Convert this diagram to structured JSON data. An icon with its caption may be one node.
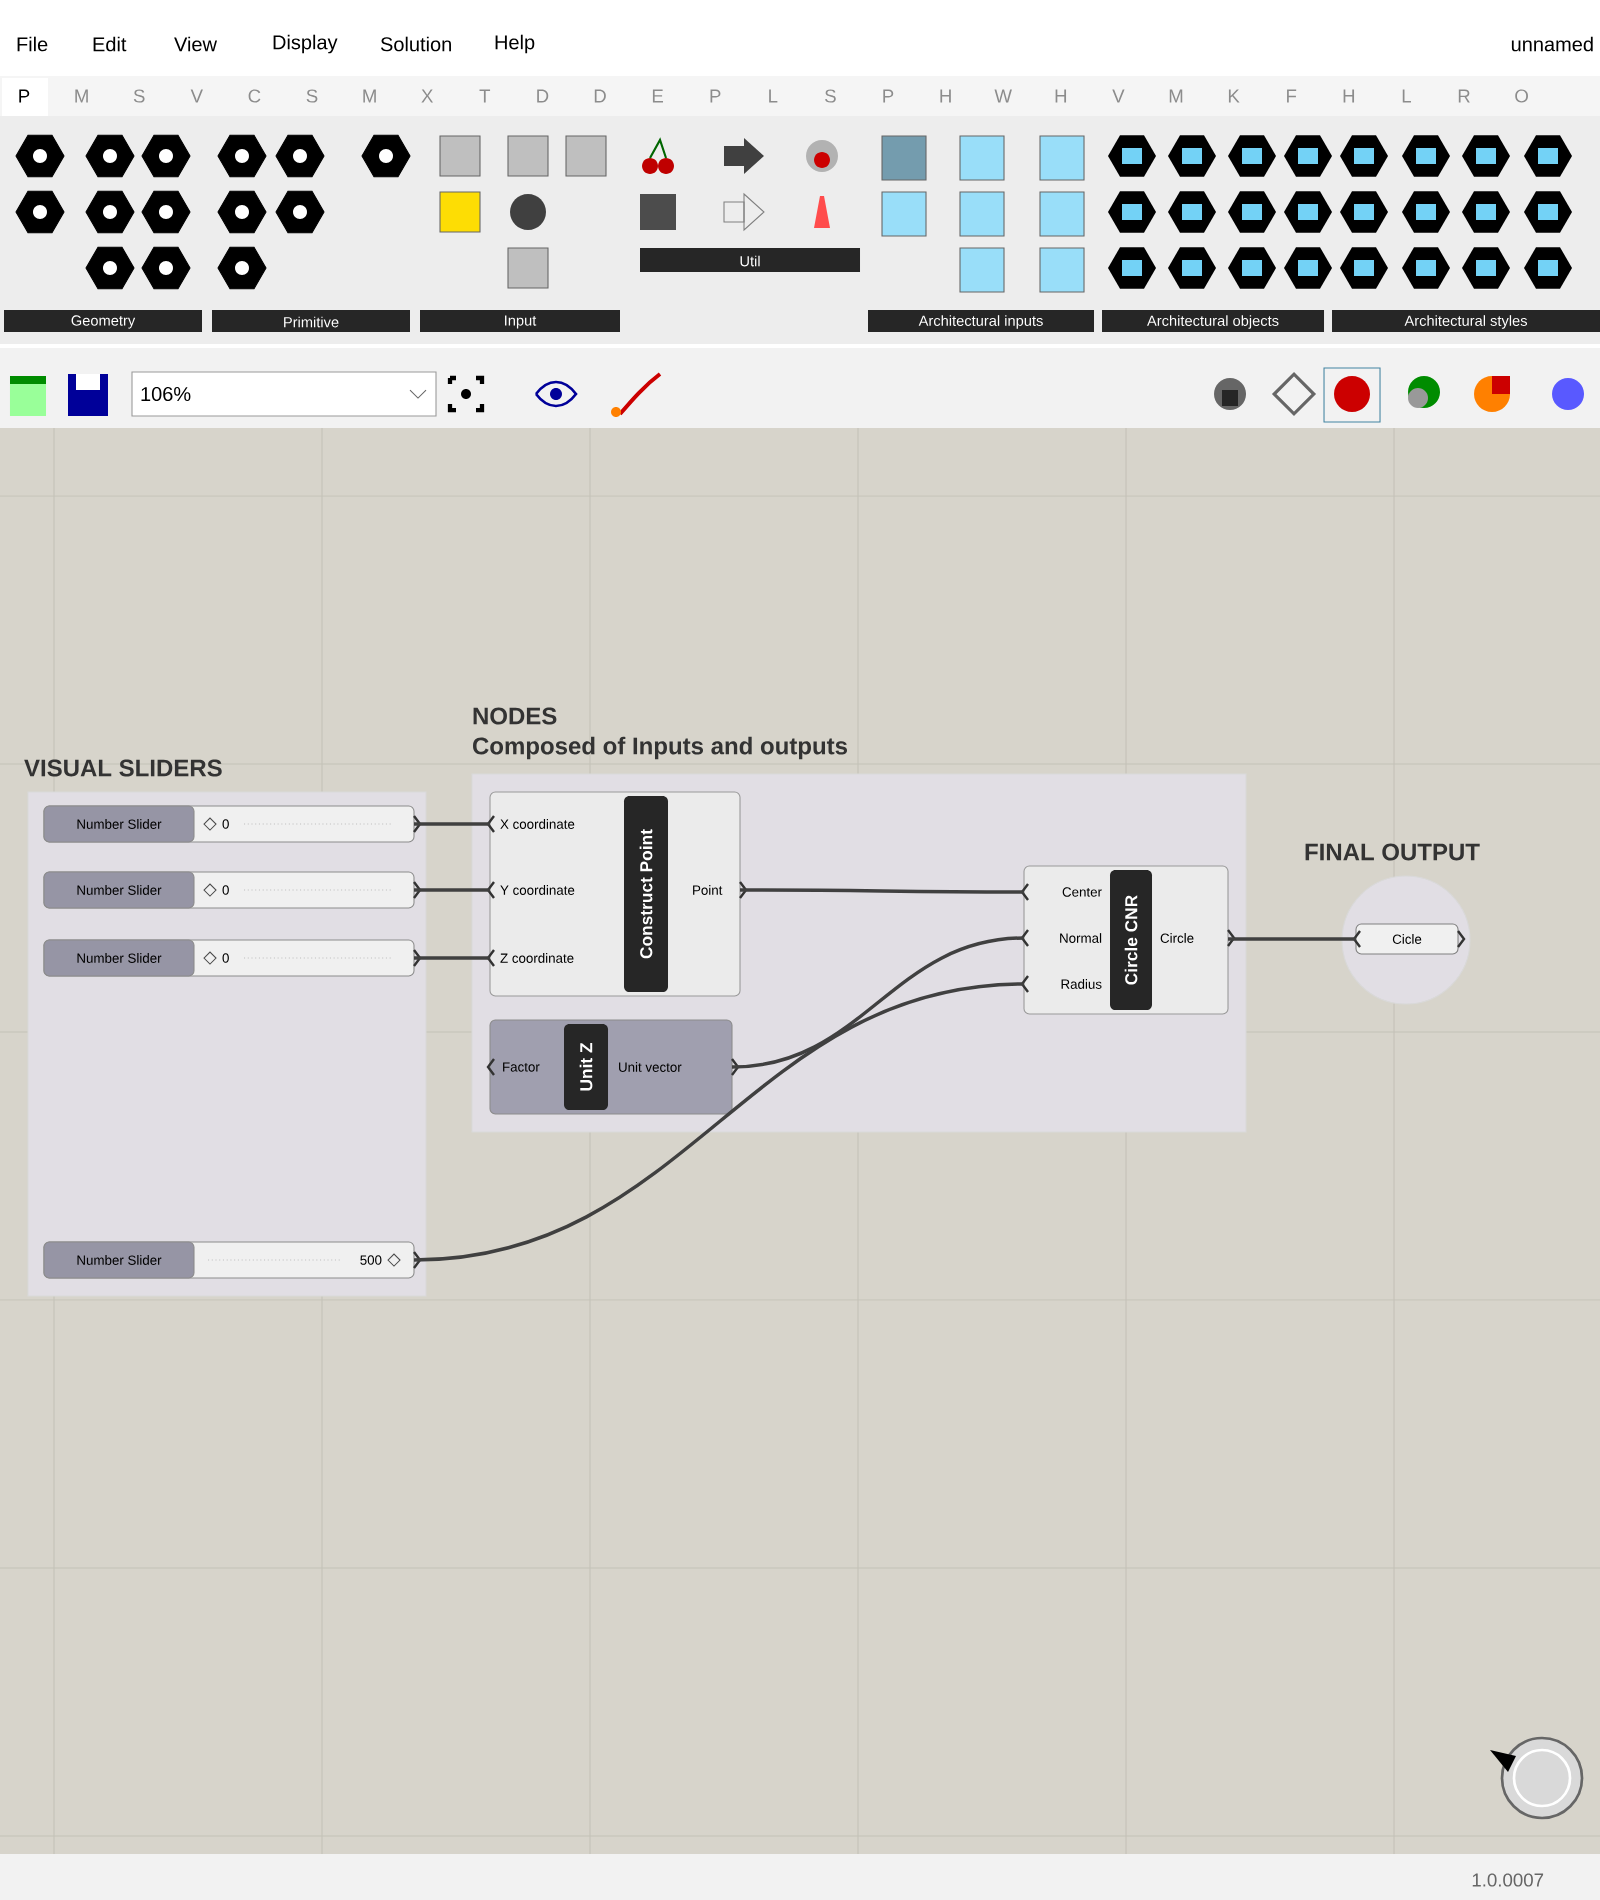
{
  "diagram": {
    "nodes": [
      {
        "text": [
          "VISUAL SLIDERS"
        ]
      },
      {
        "text": [
          "Number Slider",
          "0"
        ],
        "in": 0
      },
      {
        "text": [
          "Number Slider",
          "0"
        ],
        "in": 0
      },
      {
        "text": [
          "Number Slider",
          "0"
        ],
        "in": 0
      },
      {
        "text": [
          "Number Slider",
          "500"
        ],
        "in": 0
      },
      {
        "text": [
          "NODES",
          "Composed of Inputs and outputs"
        ]
      },
      {
        "text": [
          "X coordinate",
          "Y coordinate",
          "Z coordinate",
          "Construct Point",
          "Point"
        ],
        "in": 5
      },
      {
        "text": [
          "Factor",
          "Unit Z",
          "Unit vector"
        ],
        "in": 5
      },
      {
        "text": [
          "Center",
          "Normal",
          "Radius",
          "Circle CNR",
          "Circle"
        ],
        "in": 5
      },
      {
        "text": [
          "FINAL OUTPUT"
        ]
      },
      {
        "text": [
          "Cicle"
        ],
        "in": 9
      }
    ],
    "edges": [
      {
        "from": 1,
        "to": 6,
        "arrow": "none"
      },
      {
        "from": 2,
        "to": 6,
        "arrow": "none"
      },
      {
        "from": 3,
        "to": 6,
        "arrow": "none"
      },
      {
        "from": 6,
        "to": 8,
        "arrow": "none"
      },
      {
        "from": 7,
        "to": 8,
        "arrow": "none"
      },
      {
        "from": 4,
        "to": 8,
        "arrow": "none"
      },
      {
        "from": 8,
        "to": 10,
        "arrow": "none"
      }
    ],
    "labels": [
      "File",
      "Edit",
      "View",
      "Display",
      "Solution",
      "Help",
      "unnamed",
      "P",
      "M",
      "S",
      "V",
      "C",
      "S",
      "M",
      "X",
      "T",
      "D",
      "D",
      "E",
      "P",
      "L",
      "S",
      "P",
      "H",
      "W",
      "H",
      "V",
      "M",
      "K",
      "F",
      "H",
      "L",
      "R",
      "O",
      "Geometry",
      "Primitive",
      "Input",
      "Util",
      "Architectural inputs",
      "Architectural objects",
      "Architectural styles",
      "106%",
      "1.0.0007"
    ]
  }
}
